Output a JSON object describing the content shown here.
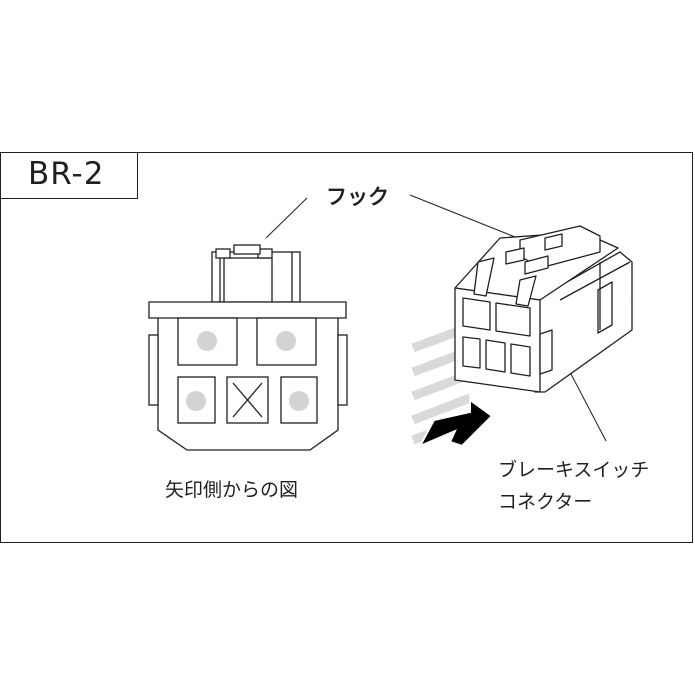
{
  "diagram": {
    "label": "BR-2",
    "hook_label": "フック",
    "view_caption": "矢印側からの図",
    "connector_name_line1": "ブレーキスイッチ",
    "connector_name_line2": "コネクター"
  },
  "colors": {
    "stroke": "#231f20",
    "pin_dot": "#d1d3d4",
    "wires": "#d9d9d9",
    "arrow": "#000000"
  }
}
